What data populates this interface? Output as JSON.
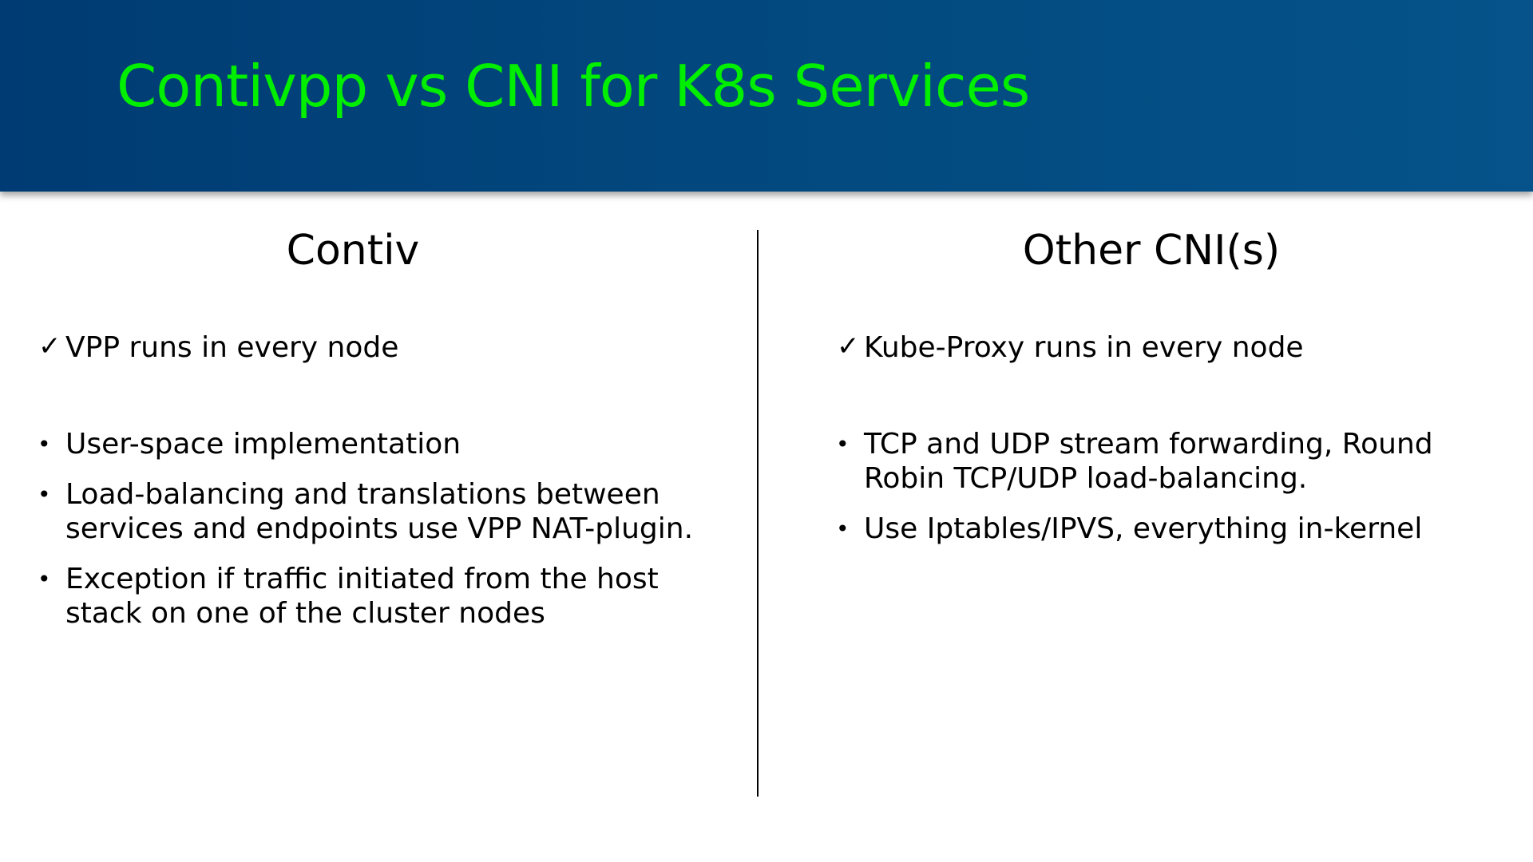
{
  "slide": {
    "title": "Contivpp vs CNI for K8s Services",
    "title_color": "#00ee00",
    "header_color": "#004379"
  },
  "left": {
    "heading": "Contiv",
    "check_item": "VPP runs in every node",
    "bullets": [
      "User-space implementation",
      "Load-balancing and translations between services and endpoints use VPP NAT-plugin.",
      "Exception if traffic initiated from the host stack on one of the cluster nodes"
    ]
  },
  "right": {
    "heading": "Other CNI(s)",
    "check_item": "Kube-Proxy runs in every node",
    "bullets": [
      "TCP and UDP stream forwarding, Round Robin TCP/UDP load-balancing.",
      "Use Iptables/IPVS, everything in-kernel"
    ]
  },
  "icons": {
    "check": "check-mark",
    "bullet": "bullet-dot"
  }
}
